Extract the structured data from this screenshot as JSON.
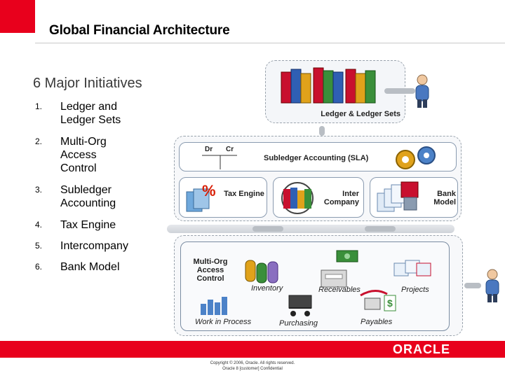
{
  "slide": {
    "title": "Global Financial Architecture",
    "subtitle": "6 Major Initiatives"
  },
  "initiatives": [
    {
      "num": "1.",
      "text": "Ledger and Ledger Sets"
    },
    {
      "num": "2.",
      "text": "Multi-Org Access Control"
    },
    {
      "num": "3.",
      "text": "Subledger Accounting"
    },
    {
      "num": "4.",
      "text": "Tax Engine"
    },
    {
      "num": "5.",
      "text": "Intercompany"
    },
    {
      "num": "6.",
      "text": "Bank Model"
    }
  ],
  "diagram": {
    "ledger_label": "Ledger & Ledger Sets",
    "dr": "Dr",
    "cr": "Cr",
    "sla_label": "Subledger Accounting (SLA)",
    "tax_label": "Tax Engine",
    "inter_label": "Inter Company",
    "bank_label": "Bank Model",
    "moac_label": "Multi-Org Access Control",
    "modules": {
      "inventory": "Inventory",
      "receivables": "Receivables",
      "projects": "Projects",
      "wip": "Work in Process",
      "purchasing": "Purchasing",
      "payables": "Payables"
    }
  },
  "footer": {
    "copyright": "Copyright © 2006, Oracle. All rights reserved.",
    "confidential": "Oracle 8 [customer] Confidential",
    "logo": "ORACLE"
  },
  "colors": {
    "brand_red": "#e8001c",
    "panel_border": "#9aa3ad"
  }
}
